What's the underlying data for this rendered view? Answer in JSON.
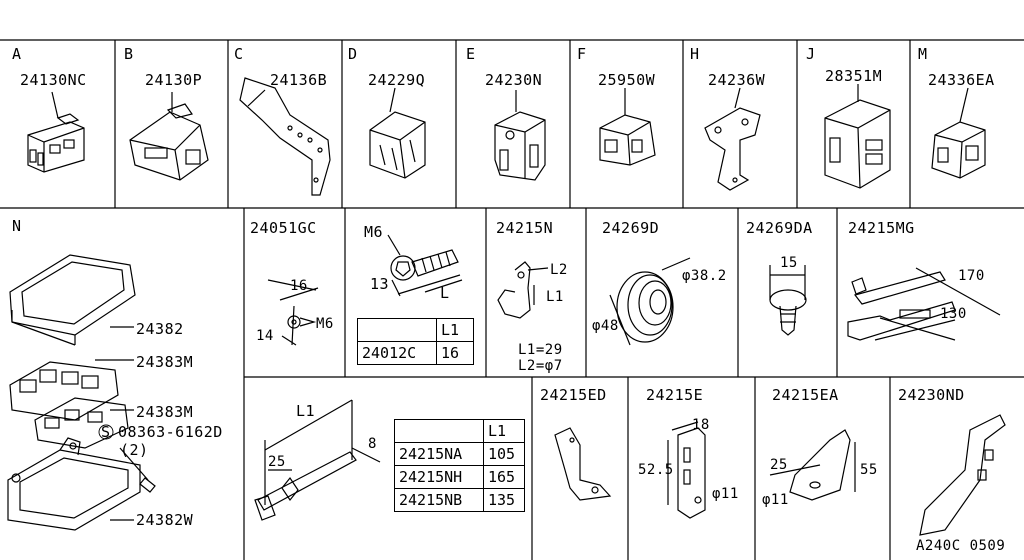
{
  "cells": {
    "A": {
      "letter": "A",
      "part": "24130NC"
    },
    "B": {
      "letter": "B",
      "part": "24130P"
    },
    "C": {
      "letter": "C",
      "part": "24136B"
    },
    "D": {
      "letter": "D",
      "part": "24229Q"
    },
    "E": {
      "letter": "E",
      "part": "24230N"
    },
    "F": {
      "letter": "F",
      "part": "25950W"
    },
    "H": {
      "letter": "H",
      "part": "24236W"
    },
    "J": {
      "letter": "J",
      "part": "28351M"
    },
    "M": {
      "letter": "M",
      "part": "24336EA"
    }
  },
  "n": {
    "letter": "N",
    "p1": "24382",
    "p2": "24383M",
    "p3": "24383M",
    "bolt": "08363-6162D",
    "bolt_symbol": "S",
    "bolt_qty": "(2)",
    "p4": "24382W"
  },
  "gc": {
    "part": "24051GC",
    "d16": "16",
    "d14": "14",
    "m6": "M6"
  },
  "bolt": {
    "m6": "M6",
    "d13": "13",
    "L": "L",
    "th": "",
    "th_l1": "L1",
    "row_part": "24012C",
    "row_l1": "16"
  },
  "n215": {
    "part": "24215N",
    "l2": "L2",
    "l1": "L1",
    "eq1": "L1=29",
    "eq2": "L2=φ7"
  },
  "d269": {
    "part": "24269D",
    "d1": "φ38.2",
    "d2": "φ48"
  },
  "da269": {
    "part": "24269DA",
    "d": "15"
  },
  "mg": {
    "part": "24215MG",
    "d170": "170",
    "d130": "130"
  },
  "nx": {
    "l1": "L1",
    "d25": "25",
    "d8": "8",
    "table": {
      "h1": "",
      "h2": "L1",
      "rows": [
        {
          "part": "24215NA",
          "l1": "105"
        },
        {
          "part": "24215NH",
          "l1": "165"
        },
        {
          "part": "24215NB",
          "l1": "135"
        }
      ]
    }
  },
  "ed": {
    "part": "24215ED"
  },
  "e215": {
    "part": "24215E",
    "d18": "18",
    "d52": "52.5",
    "d11": "φ11"
  },
  "ea": {
    "part": "24215EA",
    "d25": "25",
    "d55": "55",
    "d11": "φ11"
  },
  "nd": {
    "part": "24230ND"
  },
  "diagram_code": "A240C 0509"
}
